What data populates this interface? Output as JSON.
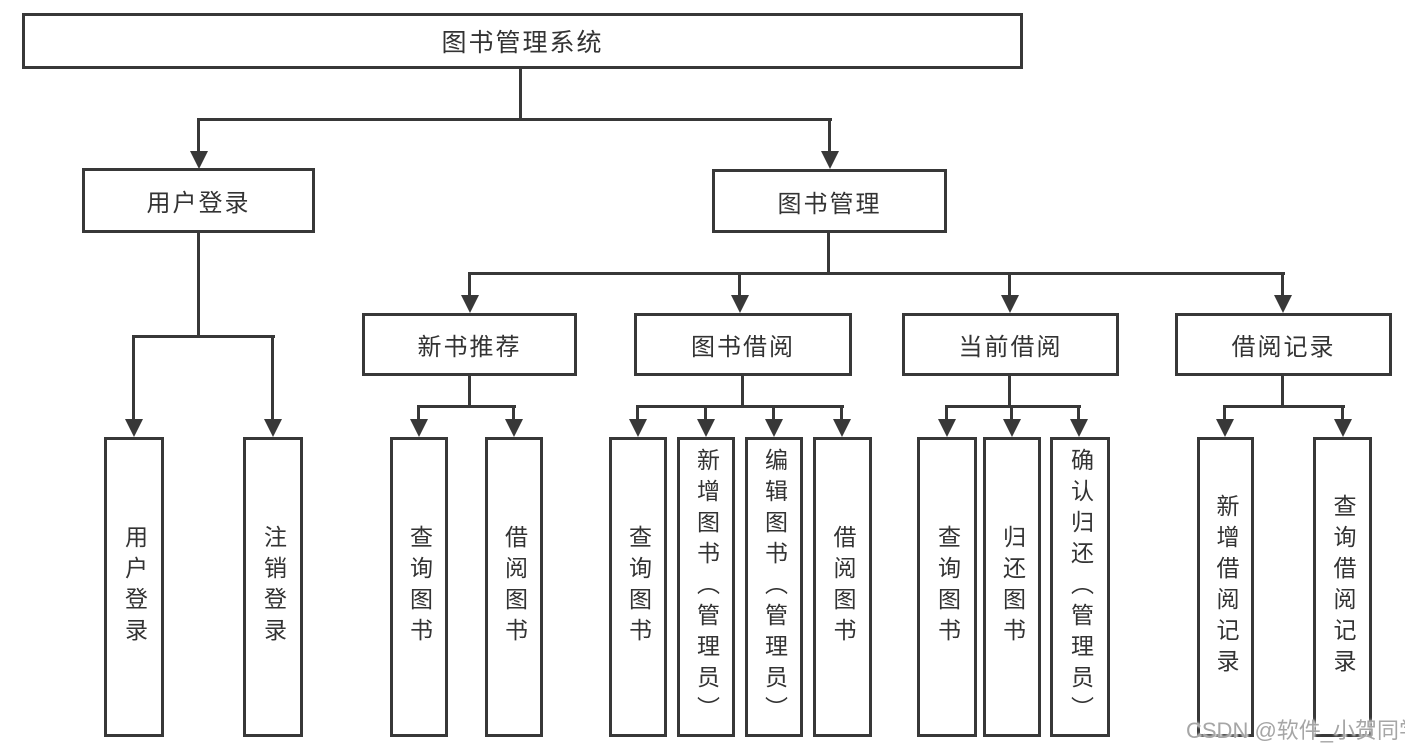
{
  "diagram": {
    "root": {
      "id": "library-management-system",
      "label": "图书管理系统"
    },
    "level2": [
      {
        "id": "user-login",
        "label": "用户登录"
      },
      {
        "id": "book-management",
        "label": "图书管理"
      }
    ],
    "level3": [
      {
        "id": "new-book-recommendation",
        "label": "新书推荐",
        "parent": "图书管理"
      },
      {
        "id": "book-borrowing",
        "label": "图书借阅",
        "parent": "图书管理"
      },
      {
        "id": "current-borrowing",
        "label": "当前借阅",
        "parent": "图书管理"
      },
      {
        "id": "borrowing-records",
        "label": "借阅记录",
        "parent": "图书管理"
      }
    ],
    "leaves": [
      {
        "id": "user-login-action",
        "label": "用户登录",
        "parent": "用户登录"
      },
      {
        "id": "logout-action",
        "label": "注销登录",
        "parent": "用户登录"
      },
      {
        "id": "query-books-recommend",
        "label": "查询图书",
        "parent": "新书推荐"
      },
      {
        "id": "borrow-books-recommend",
        "label": "借阅图书",
        "parent": "新书推荐"
      },
      {
        "id": "query-books-borrowing",
        "label": "查询图书",
        "parent": "图书借阅"
      },
      {
        "id": "add-books-admin",
        "label": "新增图书（管理员）",
        "parent": "图书借阅"
      },
      {
        "id": "edit-books-admin",
        "label": "编辑图书（管理员）",
        "parent": "图书借阅"
      },
      {
        "id": "borrow-books-borrowing",
        "label": "借阅图书",
        "parent": "图书借阅"
      },
      {
        "id": "query-books-current",
        "label": "查询图书",
        "parent": "当前借阅"
      },
      {
        "id": "return-books",
        "label": "归还图书",
        "parent": "当前借阅"
      },
      {
        "id": "confirm-return-admin",
        "label": "确认归还（管理员）",
        "parent": "当前借阅"
      },
      {
        "id": "add-borrowing-record",
        "label": "新增借阅记录",
        "parent": "借阅记录"
      },
      {
        "id": "query-borrowing-record",
        "label": "查询借阅记录",
        "parent": "借阅记录"
      }
    ]
  },
  "watermark": {
    "text": "CSDN @软件_小贺同学"
  },
  "colors": {
    "line": "#383838",
    "box_border": "#383838",
    "box_fill": "#ffffff",
    "text": "#333333",
    "watermark": "#a6a6a6",
    "background": "#ffffff"
  }
}
